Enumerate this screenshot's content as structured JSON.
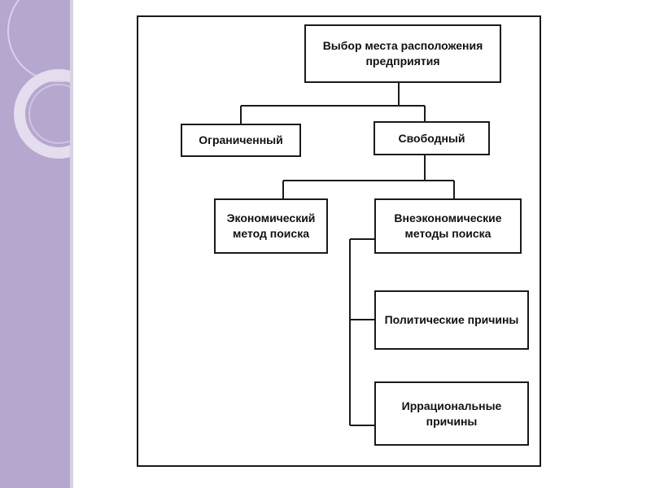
{
  "slide": {
    "accent_color": "#b6a7cf"
  },
  "diagram": {
    "root": "Выбор места расположения предприятия",
    "level1": {
      "limited": "Ограниченный",
      "free": "Свободный"
    },
    "level2": {
      "economic": "Экономический метод поиска",
      "non_economic": "Внеэкономические методы поиска"
    },
    "level3": {
      "political": "Политические причины",
      "irrational": "Иррациональные причины"
    }
  }
}
